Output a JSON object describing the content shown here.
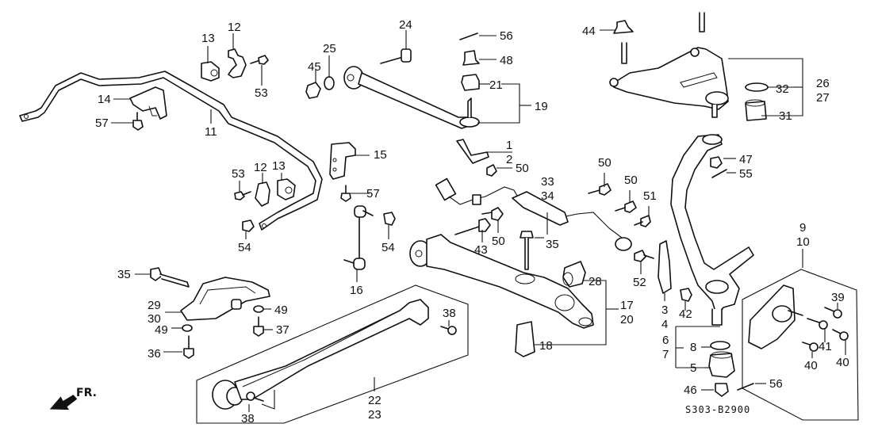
{
  "diagram": {
    "title": "Front Suspension Exploded View",
    "code": "S303-B2900",
    "direction_label": "FR.",
    "labels": [
      {
        "id": "13a",
        "text": "13"
      },
      {
        "id": "12a",
        "text": "12"
      },
      {
        "id": "53a",
        "text": "53"
      },
      {
        "id": "14",
        "text": "14"
      },
      {
        "id": "57a",
        "text": "57"
      },
      {
        "id": "11",
        "text": "11"
      },
      {
        "id": "24",
        "text": "24"
      },
      {
        "id": "25",
        "text": "25"
      },
      {
        "id": "45",
        "text": "45"
      },
      {
        "id": "56a",
        "text": "56"
      },
      {
        "id": "48",
        "text": "48"
      },
      {
        "id": "21",
        "text": "21"
      },
      {
        "id": "19",
        "text": "19"
      },
      {
        "id": "44",
        "text": "44"
      },
      {
        "id": "32",
        "text": "32"
      },
      {
        "id": "26",
        "text": "26"
      },
      {
        "id": "27",
        "text": "27"
      },
      {
        "id": "31",
        "text": "31"
      },
      {
        "id": "1",
        "text": "1"
      },
      {
        "id": "2",
        "text": "2"
      },
      {
        "id": "50a",
        "text": "50"
      },
      {
        "id": "15",
        "text": "15"
      },
      {
        "id": "57b",
        "text": "57"
      },
      {
        "id": "53b",
        "text": "53"
      },
      {
        "id": "12b",
        "text": "12"
      },
      {
        "id": "13b",
        "text": "13"
      },
      {
        "id": "54a",
        "text": "54"
      },
      {
        "id": "54b",
        "text": "54"
      },
      {
        "id": "16",
        "text": "16"
      },
      {
        "id": "33",
        "text": "33"
      },
      {
        "id": "34",
        "text": "34"
      },
      {
        "id": "50b",
        "text": "50"
      },
      {
        "id": "50c",
        "text": "50"
      },
      {
        "id": "51",
        "text": "51"
      },
      {
        "id": "47",
        "text": "47"
      },
      {
        "id": "55",
        "text": "55"
      },
      {
        "id": "50d",
        "text": "50"
      },
      {
        "id": "43",
        "text": "43"
      },
      {
        "id": "35a",
        "text": "35"
      },
      {
        "id": "52",
        "text": "52"
      },
      {
        "id": "28",
        "text": "28"
      },
      {
        "id": "17",
        "text": "17"
      },
      {
        "id": "20",
        "text": "20"
      },
      {
        "id": "18",
        "text": "18"
      },
      {
        "id": "9",
        "text": "9"
      },
      {
        "id": "10",
        "text": "10"
      },
      {
        "id": "3",
        "text": "3"
      },
      {
        "id": "4",
        "text": "4"
      },
      {
        "id": "42",
        "text": "42"
      },
      {
        "id": "6",
        "text": "6"
      },
      {
        "id": "7",
        "text": "7"
      },
      {
        "id": "8",
        "text": "8"
      },
      {
        "id": "5",
        "text": "5"
      },
      {
        "id": "46",
        "text": "46"
      },
      {
        "id": "56b",
        "text": "56"
      },
      {
        "id": "39",
        "text": "39"
      },
      {
        "id": "41",
        "text": "41"
      },
      {
        "id": "40a",
        "text": "40"
      },
      {
        "id": "40b",
        "text": "40"
      },
      {
        "id": "35b",
        "text": "35"
      },
      {
        "id": "29",
        "text": "29"
      },
      {
        "id": "30",
        "text": "30"
      },
      {
        "id": "49a",
        "text": "49"
      },
      {
        "id": "49b",
        "text": "49"
      },
      {
        "id": "37",
        "text": "37"
      },
      {
        "id": "36",
        "text": "36"
      },
      {
        "id": "38a",
        "text": "38"
      },
      {
        "id": "38b",
        "text": "38"
      },
      {
        "id": "22",
        "text": "22"
      },
      {
        "id": "23",
        "text": "23"
      }
    ]
  }
}
